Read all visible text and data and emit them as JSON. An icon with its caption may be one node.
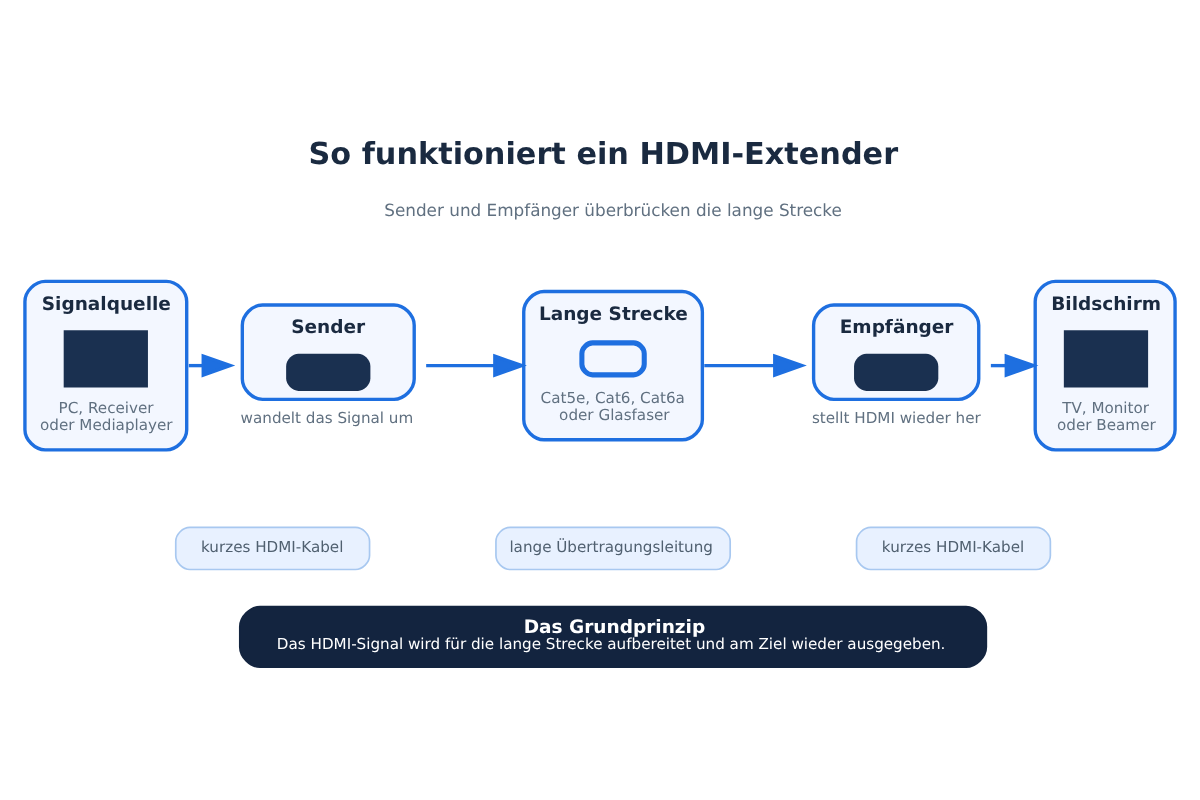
{
  "diagram": {
    "title": "So funktioniert ein HDMI-Extender",
    "nodes": [
      {
        "text": [
          "Signalquelle",
          "PC, Receiver oder Mediaplayer"
        ]
      },
      {
        "text": [
          "Sender"
        ],
        "beside": [
          "wandelt das Signal um"
        ]
      },
      {
        "text": [
          "Lange Strecke",
          "Cat5e, Cat6, Cat6a oder Glasfaser"
        ]
      },
      {
        "text": [
          "Empfänger"
        ],
        "beside": [
          "stellt HDMI wieder her"
        ]
      },
      {
        "text": [
          "Bildschirm",
          "TV, Monitor oder Beamer"
        ]
      },
      {
        "text": [
          "kurzes HDMI-Kabel"
        ]
      },
      {
        "text": [
          "lange Übertragungsleitung"
        ]
      },
      {
        "text": [
          "kurzes HDMI-Kabel"
        ]
      },
      {
        "text": [
          "Das Grundprinzip",
          "Das HDMI-Signal wird für die lange Strecke aufbereitet und am Ziel wieder ausgegeben."
        ]
      }
    ],
    "edges": [
      {
        "from": 0,
        "to": 1,
        "arrow": "to"
      },
      {
        "from": 1,
        "to": 2,
        "arrow": "to"
      },
      {
        "from": 2,
        "to": 3,
        "arrow": "to"
      },
      {
        "from": 3,
        "to": 4,
        "arrow": "to"
      }
    ],
    "labels": [
      "Sender und Empfänger überbrücken die lange Strecke"
    ]
  }
}
